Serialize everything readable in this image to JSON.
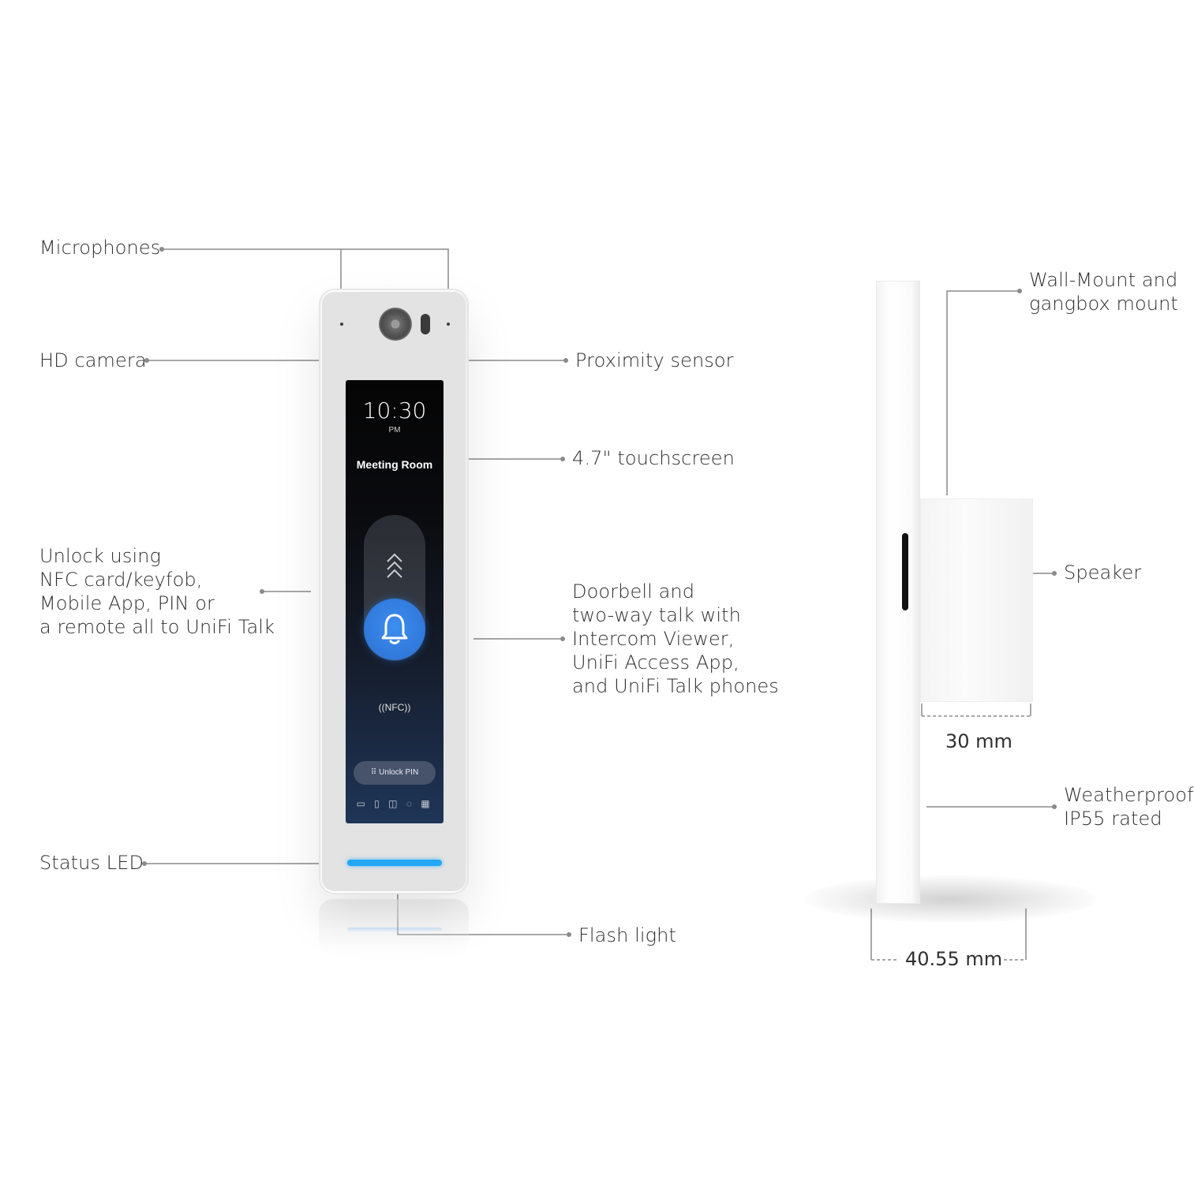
{
  "labels": {
    "microphones": "Microphones",
    "hd_camera": "HD camera",
    "proximity_sensor": "Proximity sensor",
    "touchscreen": "4.7\" touchscreen",
    "unlock": "Unlock using\nNFC card/keyfob,\nMobile App, PIN or\na remote all to UniFi Talk",
    "doorbell": "Doorbell and\ntwo-way talk with\nIntercom Viewer,\nUniFi Access  App,\nand UniFi Talk phones",
    "status_led": "Status LED",
    "flash_light": "Flash light",
    "wall_mount": "Wall-Mount and\ngangbox mount",
    "speaker": "Speaker",
    "weatherproof": "Weatherproof\nIP55 rated"
  },
  "dimensions": {
    "depth_box": "30 mm",
    "depth_total": "40.55 mm"
  },
  "screen": {
    "time": "10:30",
    "ampm": "PM",
    "room": "Meeting Room",
    "nfc": "((NFC))",
    "pin_button": "Unlock PIN",
    "pin_icon": "keypad-icon",
    "bottom_icons": "card-icon phone-icon nfc-icon face-icon qr-icon"
  },
  "colors": {
    "led": "#22a7f5",
    "bell_button": "#2a6fd0"
  }
}
